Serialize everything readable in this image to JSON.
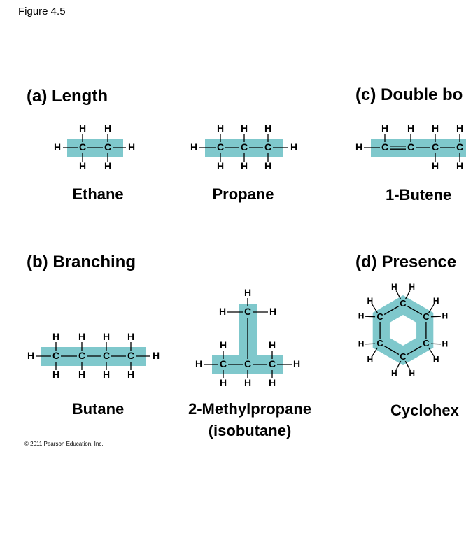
{
  "figure_label": "Figure 4.5",
  "copyright": "© 2011 Pearson Education, Inc.",
  "colors": {
    "highlight": "#7fc8cc",
    "text": "#000000",
    "background": "#ffffff"
  },
  "sections": {
    "a": "(a) Length",
    "b": "(b) Branching",
    "c": "(c) Double bo",
    "d": "(d) Presence"
  },
  "molecules": {
    "ethane": "Ethane",
    "propane": "Propane",
    "butene": "1-Butene",
    "butane": "Butane",
    "isobutane_line1": "2-Methylpropane",
    "isobutane_line2": "(isobutane)",
    "cyclohexane": "Cyclohex"
  },
  "atoms": {
    "carbon": "C",
    "hydrogen": "H"
  }
}
